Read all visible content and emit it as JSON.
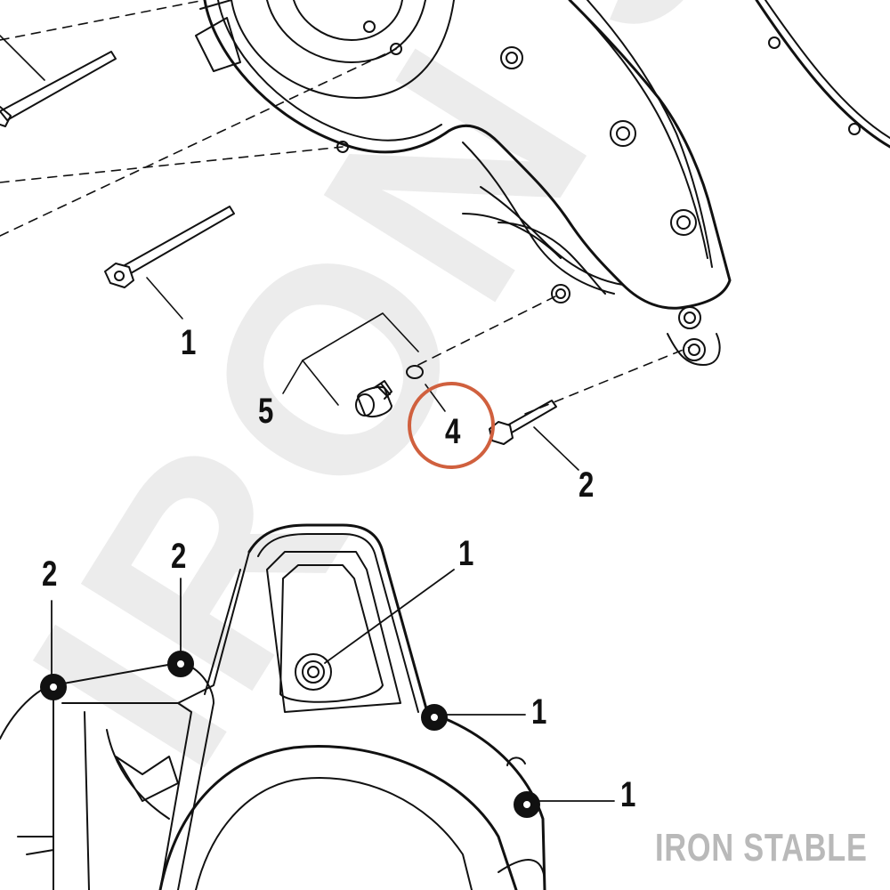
{
  "diagram": {
    "callouts": {
      "c1_top": "1",
      "c5": "5",
      "c4": "4",
      "c2_mid": "2",
      "c2_left": "2",
      "c2_left2": "2",
      "c1_bottom_a": "1",
      "c1_bottom_b": "1",
      "c1_bottom_c": "1"
    },
    "highlight_color": "#d0603e",
    "watermark": "IRON STABLE",
    "brand_label": "IRON STABLE"
  }
}
